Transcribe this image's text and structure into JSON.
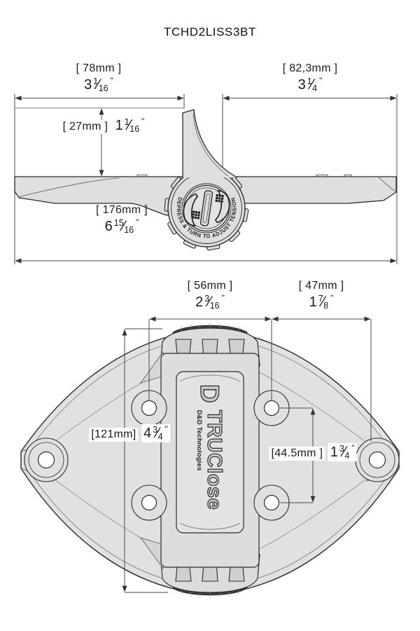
{
  "title": "TCHD2LISS3BT",
  "top_view": {
    "knob_text": "DEPRESS & TURN TO ADJUST TENSION",
    "dims": {
      "left_width": {
        "mm": "[ 78mm ]",
        "whole": "3",
        "num": "1",
        "den": "16",
        "unit": "\""
      },
      "right_width": {
        "mm": "[ 82,3mm ]",
        "whole": "3",
        "num": "1",
        "den": "4",
        "unit": "\""
      },
      "drop": {
        "mm": "[ 27mm ]",
        "whole": "1",
        "num": "1",
        "den": "16",
        "unit": "\""
      },
      "total_width": {
        "mm": "[ 176mm ]",
        "whole": "6",
        "num": "15",
        "den": "16",
        "unit": "\""
      }
    }
  },
  "bottom_view": {
    "dims": {
      "left_span": {
        "mm": "[ 56mm ]",
        "whole": "2",
        "num": "3",
        "den": "16",
        "unit": "\""
      },
      "right_span": {
        "mm": "[ 47mm ]",
        "whole": "1",
        "num": "7",
        "den": "8",
        "unit": "\""
      },
      "height": {
        "mm": "[121mm]",
        "whole": "4",
        "num": "3",
        "den": "4",
        "unit": "\""
      },
      "hole_spacing": {
        "mm": "[44.5mm ]",
        "whole": "1",
        "num": "3",
        "den": "4",
        "unit": "\""
      }
    },
    "label": {
      "logo": "D",
      "brand": "TRUClose",
      "company": "D&D Technologies"
    }
  },
  "colors": {
    "body_fill": "#dfdfdf",
    "outline": "#2b2b2b",
    "dimension_line": "#4a4a4a",
    "knurl_dark": "#3f3f3f"
  }
}
